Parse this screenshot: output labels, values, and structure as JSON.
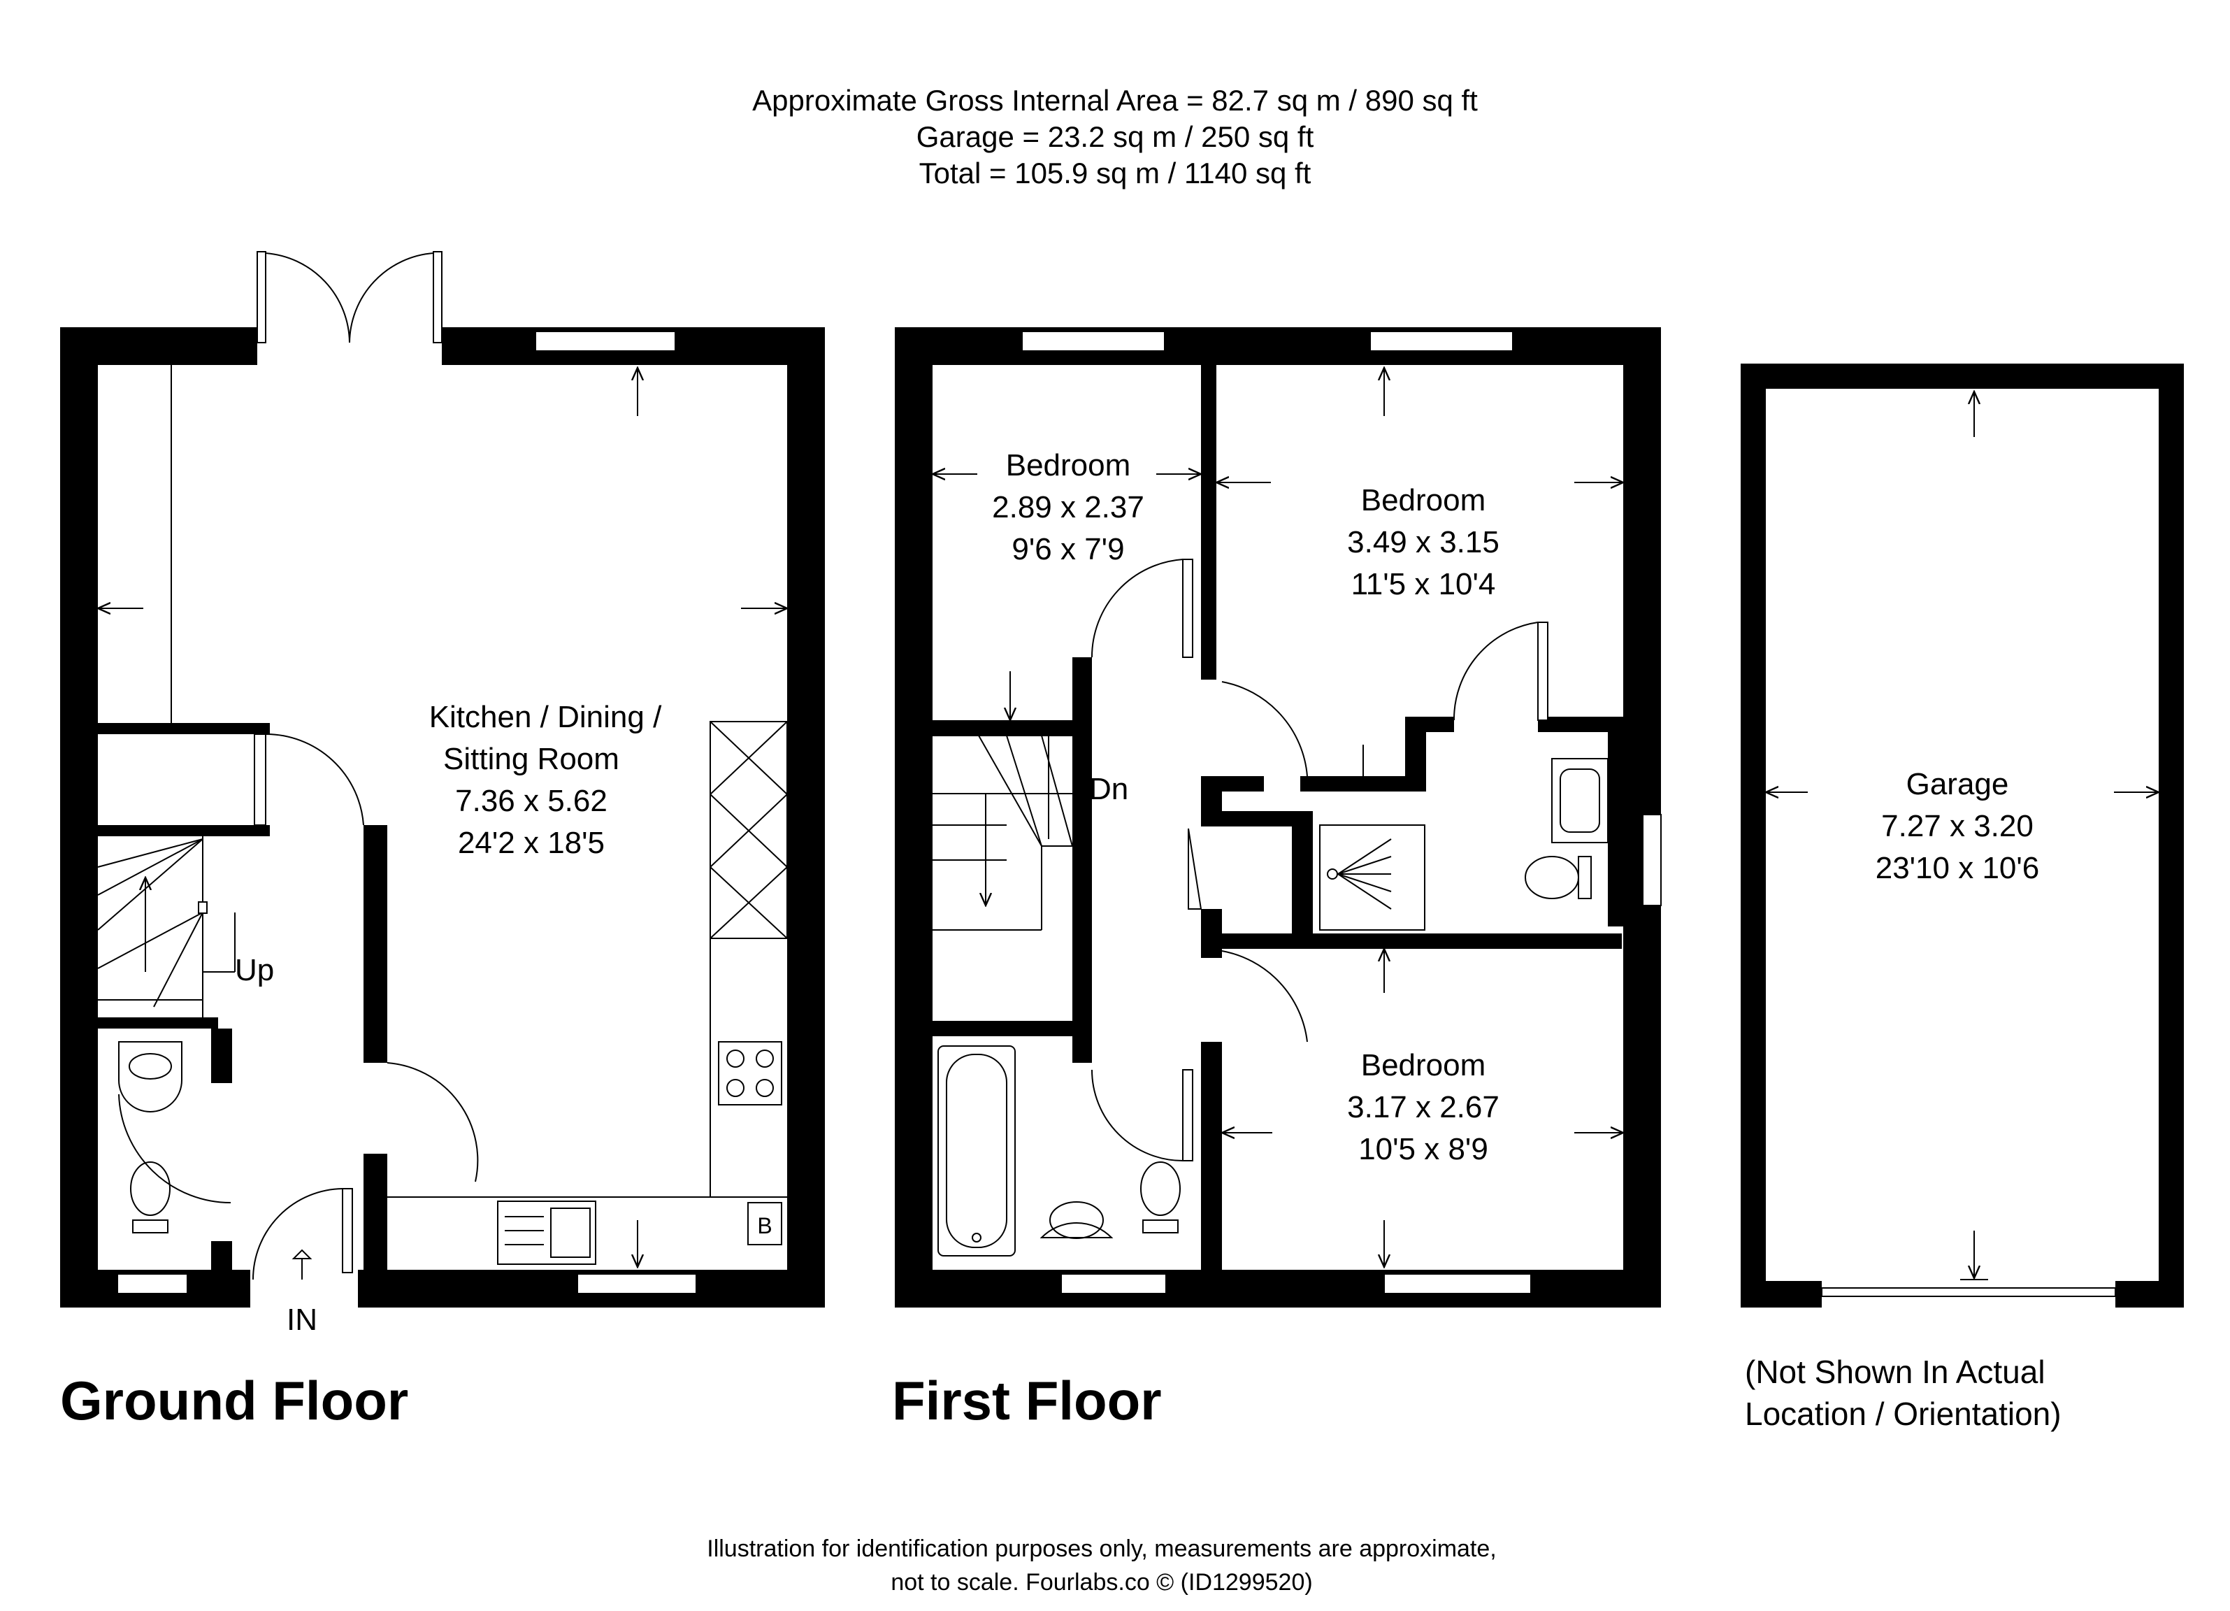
{
  "header": {
    "area_line_1": "Approximate Gross Internal Area = 82.7 sq m / 890 sq ft",
    "area_line_2": "Garage = 23.2 sq m / 250 sq ft",
    "area_line_3": "Total = 105.9 sq m / 1140 sq ft"
  },
  "ground_floor": {
    "title": "Ground Floor",
    "kitchen": {
      "name_line_1": "Kitchen / Dining /",
      "name_line_2": "Sitting Room",
      "metric": "7.36 x 5.62",
      "imperial": "24'2 x 18'5"
    },
    "stairs_label": "Up",
    "entrance_label": "IN",
    "boiler_label": "B"
  },
  "first_floor": {
    "title": "First Floor",
    "bedroom_1": {
      "name": "Bedroom",
      "metric": "2.89 x 2.37",
      "imperial": "9'6 x 7'9"
    },
    "bedroom_2": {
      "name": "Bedroom",
      "metric": "3.49 x 3.15",
      "imperial": "11'5 x 10'4"
    },
    "bedroom_3": {
      "name": "Bedroom",
      "metric": "3.17 x 2.67",
      "imperial": "10'5 x 8'9"
    },
    "stairs_label": "Dn"
  },
  "garage": {
    "name": "Garage",
    "metric": "7.27 x 3.20",
    "imperial": "23'10 x 10'6",
    "note_line_1": "(Not Shown In Actual",
    "note_line_2": "Location / Orientation)"
  },
  "footer": {
    "line_1": "Illustration for identification purposes only, measurements are approximate,",
    "line_2": "not to scale. Fourlabs.co © (ID1299520)"
  }
}
